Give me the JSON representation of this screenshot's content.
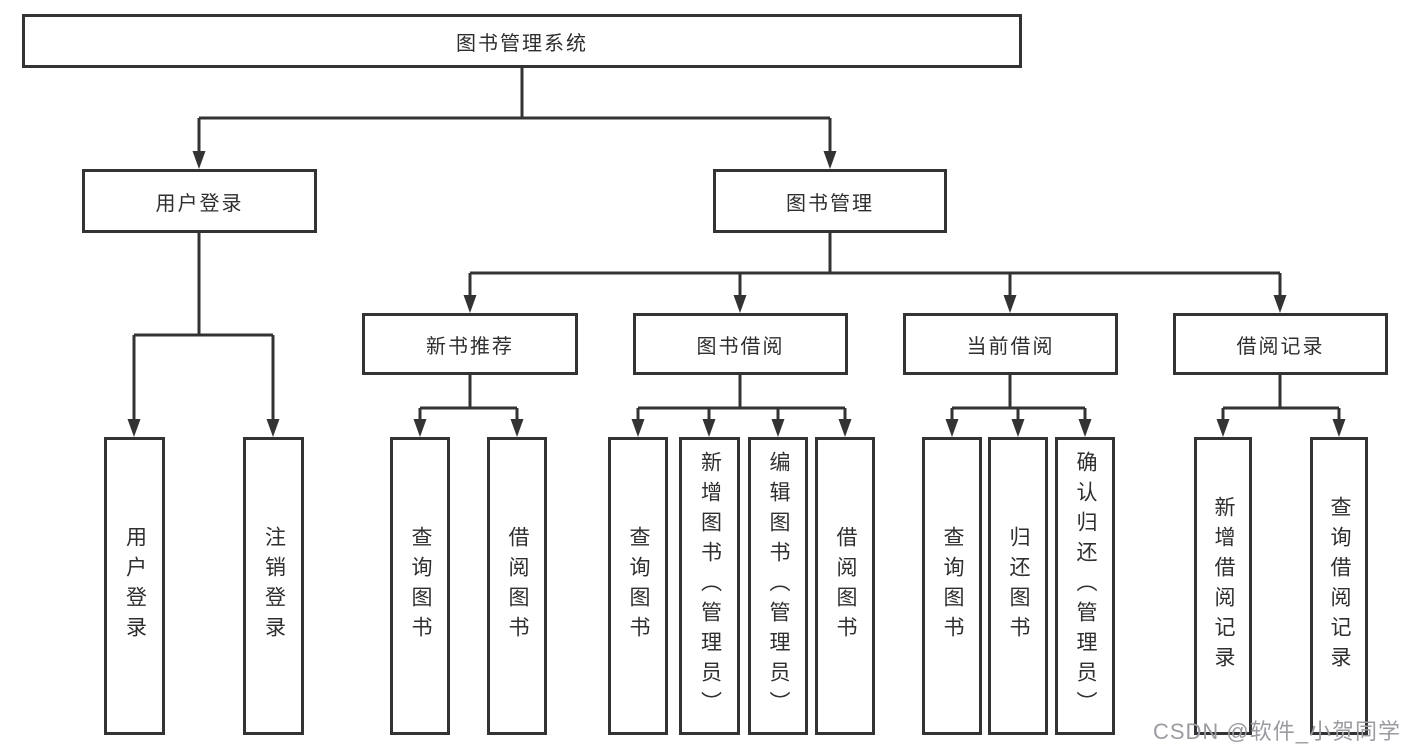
{
  "tree": {
    "label": "图书管理系统",
    "children": [
      {
        "label": "用户登录",
        "children": [
          {
            "label": "用户登录"
          },
          {
            "label": "注销登录"
          }
        ]
      },
      {
        "label": "图书管理",
        "children": [
          {
            "label": "新书推荐",
            "children": [
              {
                "label": "查询图书"
              },
              {
                "label": "借阅图书"
              }
            ]
          },
          {
            "label": "图书借阅",
            "children": [
              {
                "label": "查询图书"
              },
              {
                "label": "新增图书（管理员）"
              },
              {
                "label": "编辑图书（管理员）"
              },
              {
                "label": "借阅图书"
              }
            ]
          },
          {
            "label": "当前借阅",
            "children": [
              {
                "label": "查询图书"
              },
              {
                "label": "归还图书"
              },
              {
                "label": "确认归还（管理员）"
              }
            ]
          },
          {
            "label": "借阅记录",
            "children": [
              {
                "label": "新增借阅记录"
              },
              {
                "label": "查询借阅记录"
              }
            ]
          }
        ]
      }
    ]
  },
  "watermark": {
    "text": "CSDN @软件_小贺同学"
  },
  "colors": {
    "line": "#333333",
    "box_border": "#333333",
    "text": "#2f2f2f",
    "background": "#ffffff",
    "watermark": "#9b9ba2"
  }
}
